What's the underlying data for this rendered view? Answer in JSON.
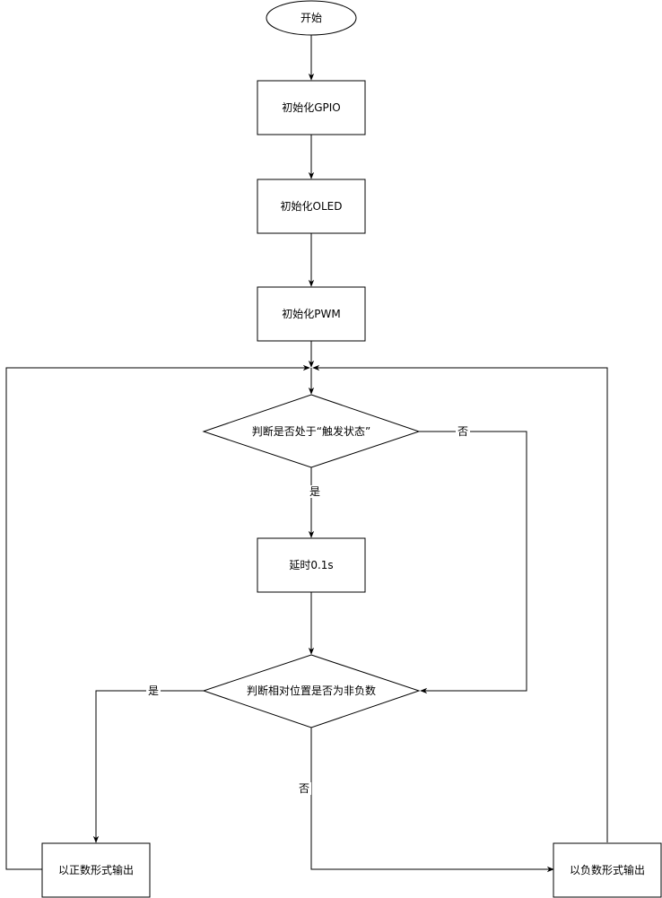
{
  "nodes": {
    "start": "开始",
    "init_gpio": "初始化GPIO",
    "init_oled": "初始化OLED",
    "init_pwm": "初始化PWM",
    "decision_trigger": "判断是否处于“触发状态”",
    "delay": "延时0.1s",
    "decision_sign": "判断相对位置是否为非负数",
    "output_positive": "以正数形式输出",
    "output_negative": "以负数形式输出"
  },
  "edge_labels": {
    "trigger_no": "否",
    "trigger_yes": "是",
    "sign_yes": "是",
    "sign_no": "否"
  },
  "colors": {
    "stroke": "#000000",
    "fill": "#ffffff",
    "text": "#000000"
  }
}
